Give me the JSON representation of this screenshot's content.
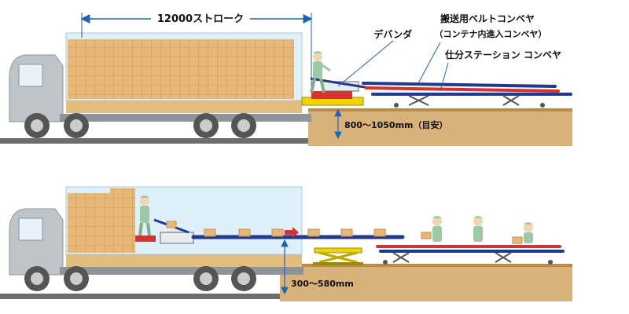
{
  "top_panel": {
    "stroke_label": "12000ストローク",
    "debander_label": "デバンダ",
    "conveyor_label": "搬送用ベルトコンベヤ",
    "conveyor_sub_label": "（コンテナ内進入コンベヤ）",
    "station_label": "仕分ステーション コンベヤ",
    "height_label": "800〜1050mm（目安）"
  },
  "bottom_panel": {
    "height_label": "300〜580mm"
  },
  "colors": {
    "box": "#e8b878",
    "container": "#dff0fb",
    "truck_body": "#bfc4c9",
    "truck_dark": "#8d949b",
    "trailer_deck": "#e3bd7e",
    "conveyor_blue": "#203a92",
    "conveyor_red": "#d63232",
    "lift_yellow": "#f0d400",
    "worker_green": "#9dc9a6",
    "floor": "#d9b27a",
    "dimension_line": "#1e63b5"
  },
  "icons": [
    "truck-icon",
    "worker-icon",
    "arrow-right-icon"
  ]
}
